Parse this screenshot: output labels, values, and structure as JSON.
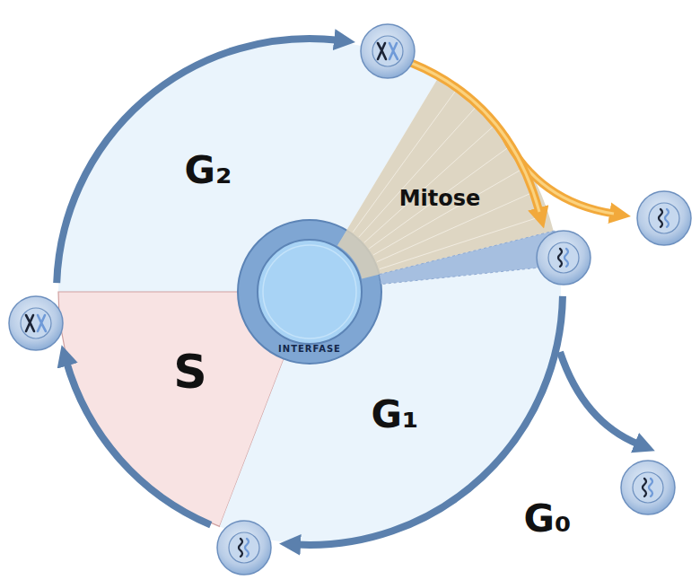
{
  "diagram": {
    "nodes": [
      {
        "text": [
          "G₂"
        ]
      },
      {
        "text": [
          "Mitose"
        ]
      },
      {
        "text": [
          "S"
        ]
      },
      {
        "text": [
          "G₁"
        ]
      },
      {
        "text": [
          "INTERFASE"
        ]
      }
    ],
    "labels": [
      "G₀"
    ]
  }
}
